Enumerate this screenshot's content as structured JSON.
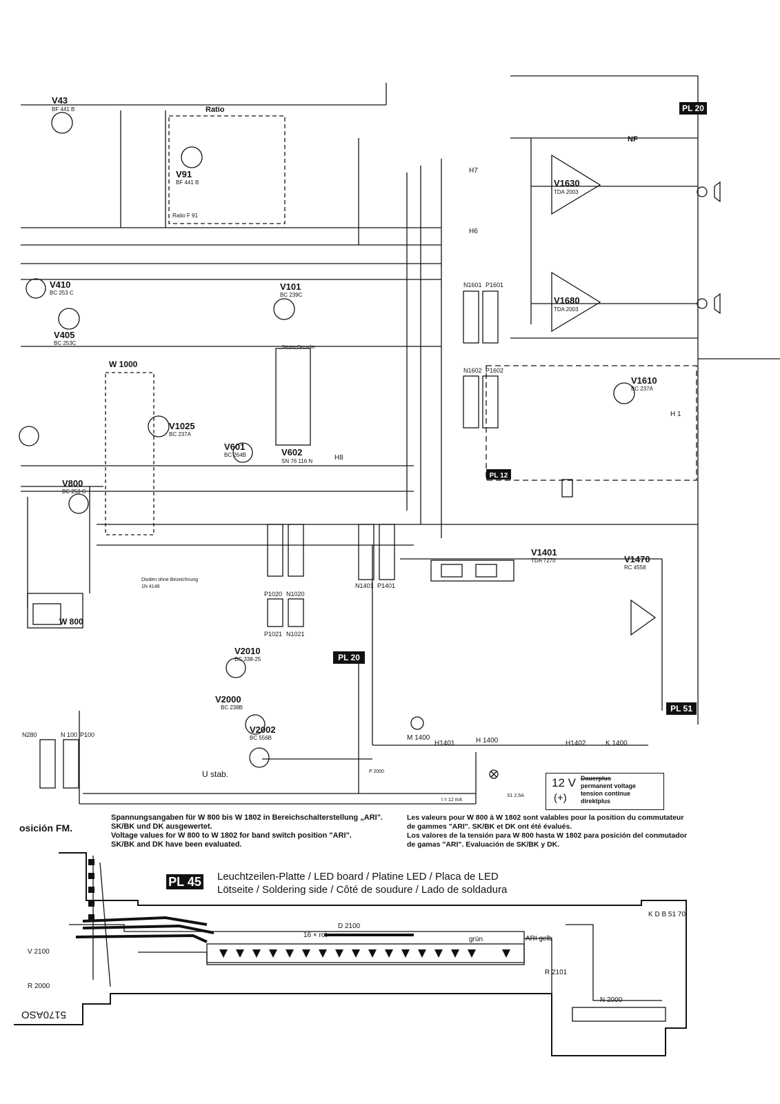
{
  "schematic": {
    "panel_tags": [
      "PL 20",
      "PL 12",
      "PL 20",
      "PL 51"
    ],
    "section_labels": [
      "Ratio",
      "NF",
      "Stereo-Decoder",
      "Ratio F 91"
    ],
    "components": [
      {
        "ref": "V43",
        "type": "BF 441 B"
      },
      {
        "ref": "V91",
        "type": "BF 441 B"
      },
      {
        "ref": "V101",
        "type": "BC 239C"
      },
      {
        "ref": "V410",
        "type": "BC 253 C"
      },
      {
        "ref": "V405",
        "type": "BC 253C"
      },
      {
        "ref": "V1630",
        "type": "TDA 2003"
      },
      {
        "ref": "V1680",
        "type": "TDA 2003"
      },
      {
        "ref": "V1610",
        "type": "BC 237A"
      },
      {
        "ref": "V1025",
        "type": "BC 237A"
      },
      {
        "ref": "V601",
        "type": "BC 264B"
      },
      {
        "ref": "V602",
        "type": "SN 76 116 N"
      },
      {
        "ref": "V800",
        "type": "BC 253 C"
      },
      {
        "ref": "V1401",
        "type": "TDA 7270"
      },
      {
        "ref": "V1470",
        "type": "RC 4558"
      },
      {
        "ref": "V2010",
        "type": "BC 338-25"
      },
      {
        "ref": "V2000",
        "type": "BC 238B"
      },
      {
        "ref": "V2002",
        "type": "BC 556B"
      }
    ],
    "switch_labels": [
      "W 1000",
      "W 800",
      "H7",
      "H6",
      "H8",
      "H 1",
      "M 1400",
      "H1401",
      "H 1400",
      "H1402",
      "K 1400"
    ],
    "connector_labels": [
      "N1601",
      "P1601",
      "N1602",
      "P1602",
      "P1020",
      "N1020",
      "P1021",
      "N1021",
      "N1401",
      "P1401",
      "N 100",
      "P100",
      "N280"
    ],
    "text_notes": [
      "Dioden ohne Bezeichnung",
      "1N 4148",
      "U stab.",
      "I = 12 mA",
      "P 2000",
      "S1 2,5A"
    ]
  },
  "supply_box": {
    "voltage": "12 V",
    "polarity": "(+)",
    "title": "Dauerplus",
    "lines": [
      "permanent voltage",
      "tension continue",
      "direktplus"
    ]
  },
  "notes": {
    "german": "Spannungsangaben für W 800 bis W 1802 in Bereichschalterstellung „ARI\".\nSK/BK und DK ausgewertet.\nVoltage values for W 800 to W 1802 for band switch position \"ARI\".\nSK/BK and DK have been evaluated.",
    "french": "Les valeurs pour W 800 à W 1802 sont valables pour la position du commutateur\nde gammes \"ARI\". SK/BK et DK ont été évalués.\nLos valores de la tensión para W 800 hasta W 1802 para posición del conmutador\nde gamas \"ARI\". Evaluación de SK/BK y DK.",
    "fm_fragment": "osición FM."
  },
  "pl45": {
    "tag": "PL 45",
    "line1": "Leuchtzeilen-Platte / LED board / Platine LED / Placa de LED",
    "line2": "Lötseite / Soldering side / Côté de soudure / Lado de soldadura",
    "board_code": "K D B 51 70",
    "labels": [
      "D 2100",
      "16 × rot",
      "ARI gelb",
      "grün",
      "V 2100",
      "R 2000",
      "N 2000",
      "R 2101",
      "5170ASO"
    ]
  }
}
